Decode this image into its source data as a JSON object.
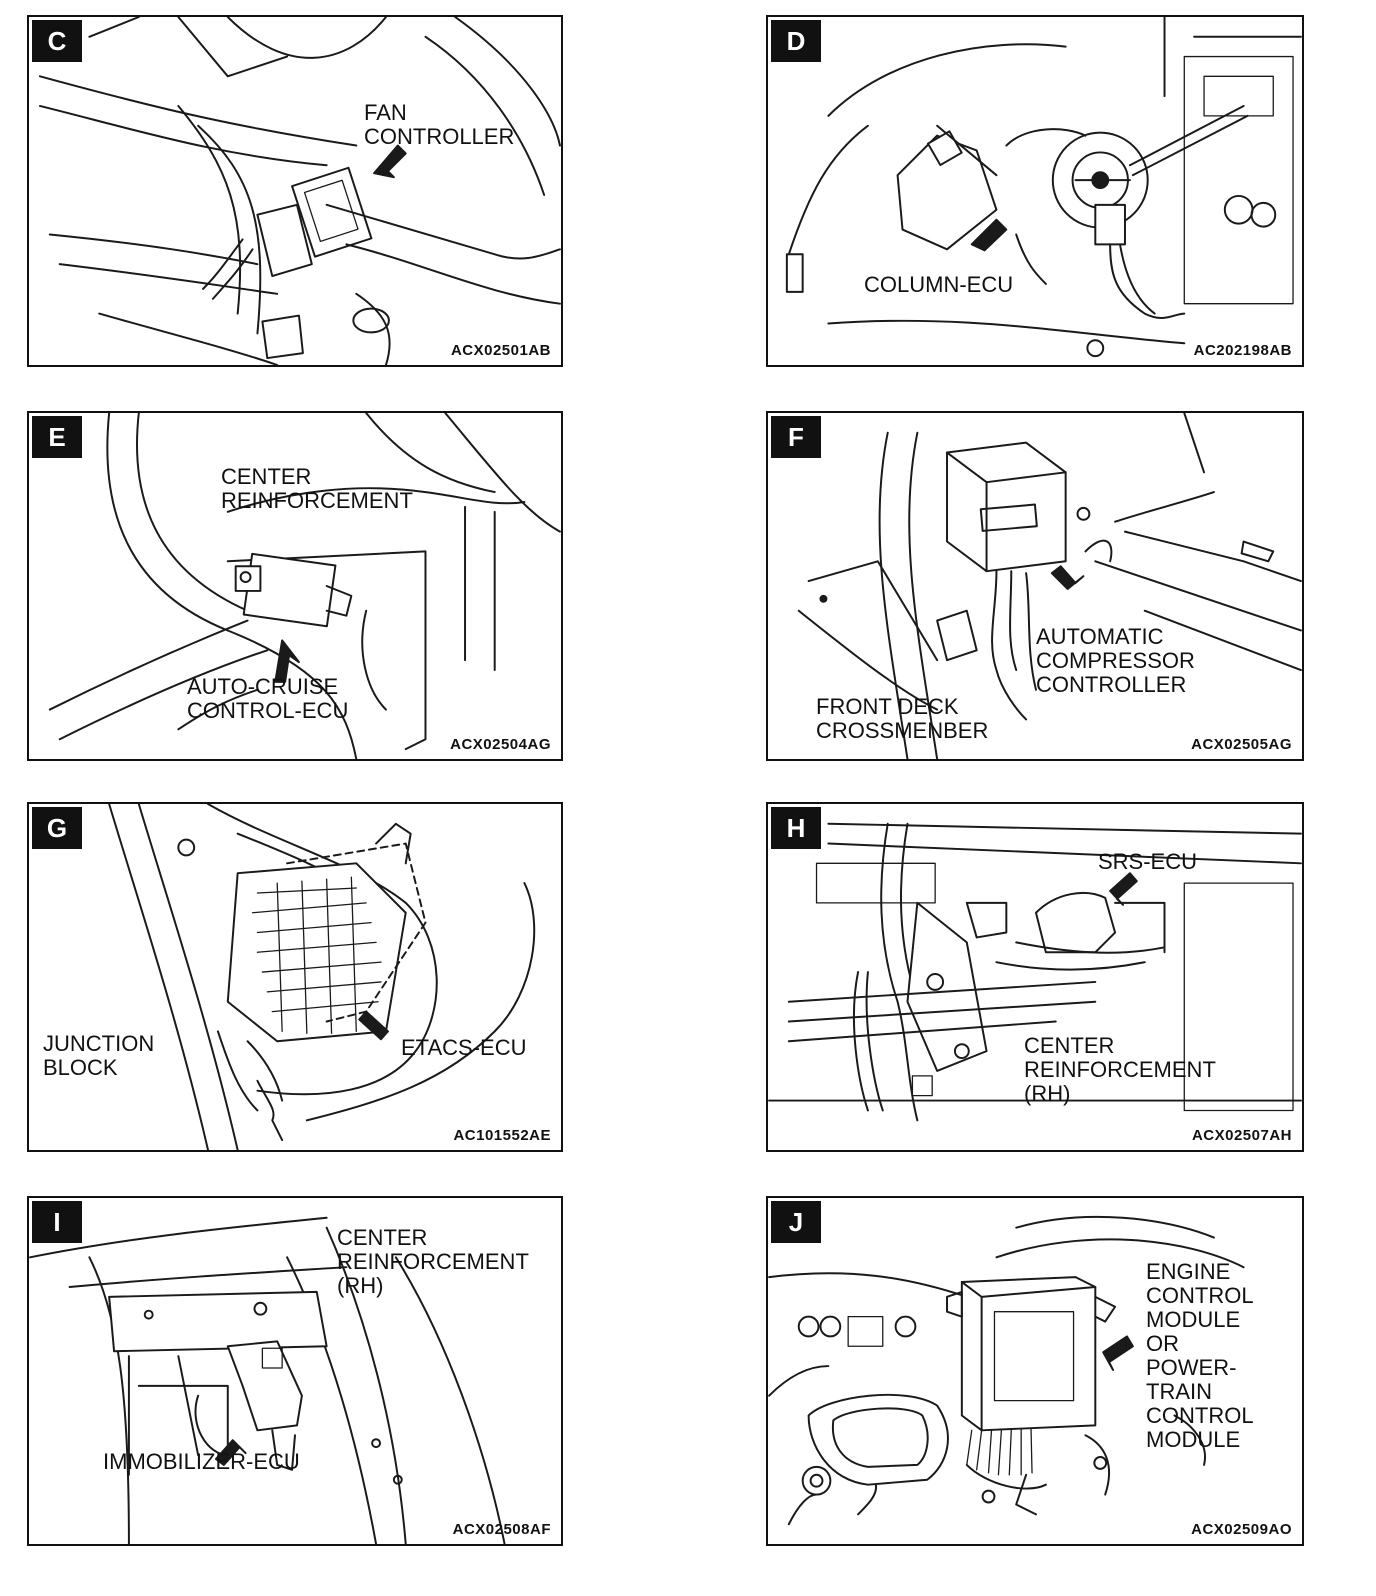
{
  "panels": [
    {
      "letter": "C",
      "code": "ACX02501AB",
      "labels": [
        "FAN\nCONTROLLER"
      ]
    },
    {
      "letter": "D",
      "code": "AC202198AB",
      "labels": [
        "COLUMN-ECU"
      ]
    },
    {
      "letter": "E",
      "code": "ACX02504AG",
      "labels": [
        "CENTER\nREINFORCEMENT",
        "AUTO-CRUISE\nCONTROL-ECU"
      ]
    },
    {
      "letter": "F",
      "code": "ACX02505AG",
      "labels": [
        "AUTOMATIC\nCOMPRESSOR\nCONTROLLER",
        "FRONT DECK\nCROSSMENBER"
      ]
    },
    {
      "letter": "G",
      "code": "AC101552AE",
      "labels": [
        "JUNCTION\nBLOCK",
        "ETACS-ECU"
      ]
    },
    {
      "letter": "H",
      "code": "ACX02507AH",
      "labels": [
        "SRS-ECU",
        "CENTER\nREINFORCEMENT\n(RH)"
      ]
    },
    {
      "letter": "I",
      "code": "ACX02508AF",
      "labels": [
        "CENTER\nREINFORCEMENT\n(RH)",
        "IMMOBILIZER-ECU"
      ]
    },
    {
      "letter": "J",
      "code": "ACX02509AO",
      "labels": [
        "ENGINE\nCONTROL\nMODULE\nOR\nPOWER-\nTRAIN\nCONTROL\nMODULE"
      ]
    }
  ]
}
